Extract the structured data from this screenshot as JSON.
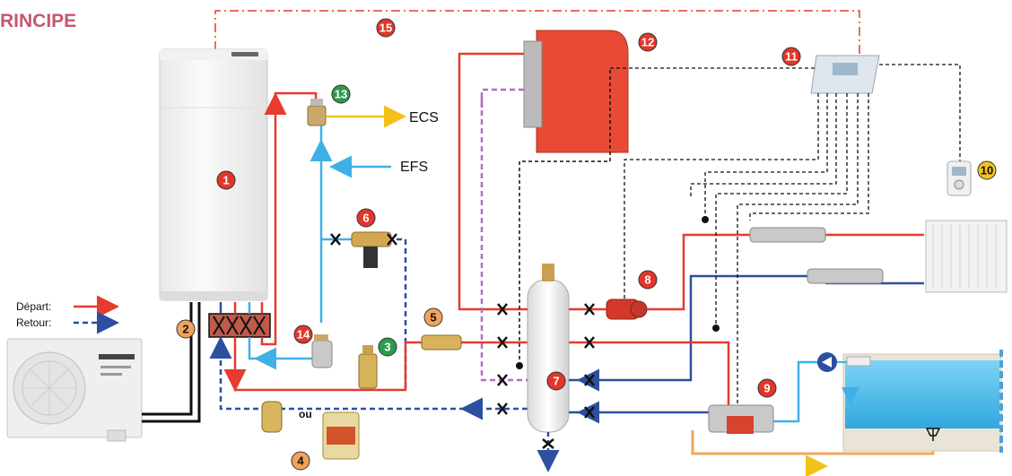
{
  "title": "RINCIPE",
  "labels": {
    "ecs": "ECS",
    "efs": "EFS",
    "depart": "Départ:",
    "retour": "Retour:",
    "ou": "ou"
  },
  "colors": {
    "depart": "#e63b2e",
    "retour": "#2d4fa0",
    "cold_water": "#3fb0e6",
    "hot_water": "#f3c11a",
    "control": "#111111",
    "title": "#c8566f",
    "boiler_return": "#b46ac9",
    "pool_loop": "#f2a65a"
  },
  "callouts": [
    {
      "n": "1",
      "color": "#e2362a"
    },
    {
      "n": "2",
      "color": "#f0a35a"
    },
    {
      "n": "3",
      "color": "#2e9a4c"
    },
    {
      "n": "4",
      "color": "#f0a35a"
    },
    {
      "n": "5",
      "color": "#f0a35a"
    },
    {
      "n": "6",
      "color": "#e2362a"
    },
    {
      "n": "7",
      "color": "#e2362a"
    },
    {
      "n": "8",
      "color": "#e2362a"
    },
    {
      "n": "9",
      "color": "#e2362a"
    },
    {
      "n": "10",
      "color": "#f6c21e"
    },
    {
      "n": "11",
      "color": "#e2362a"
    },
    {
      "n": "12",
      "color": "#e2362a"
    },
    {
      "n": "13",
      "color": "#2e9a4c"
    },
    {
      "n": "14",
      "color": "#e2362a"
    },
    {
      "n": "15",
      "color": "#e2362a"
    }
  ]
}
